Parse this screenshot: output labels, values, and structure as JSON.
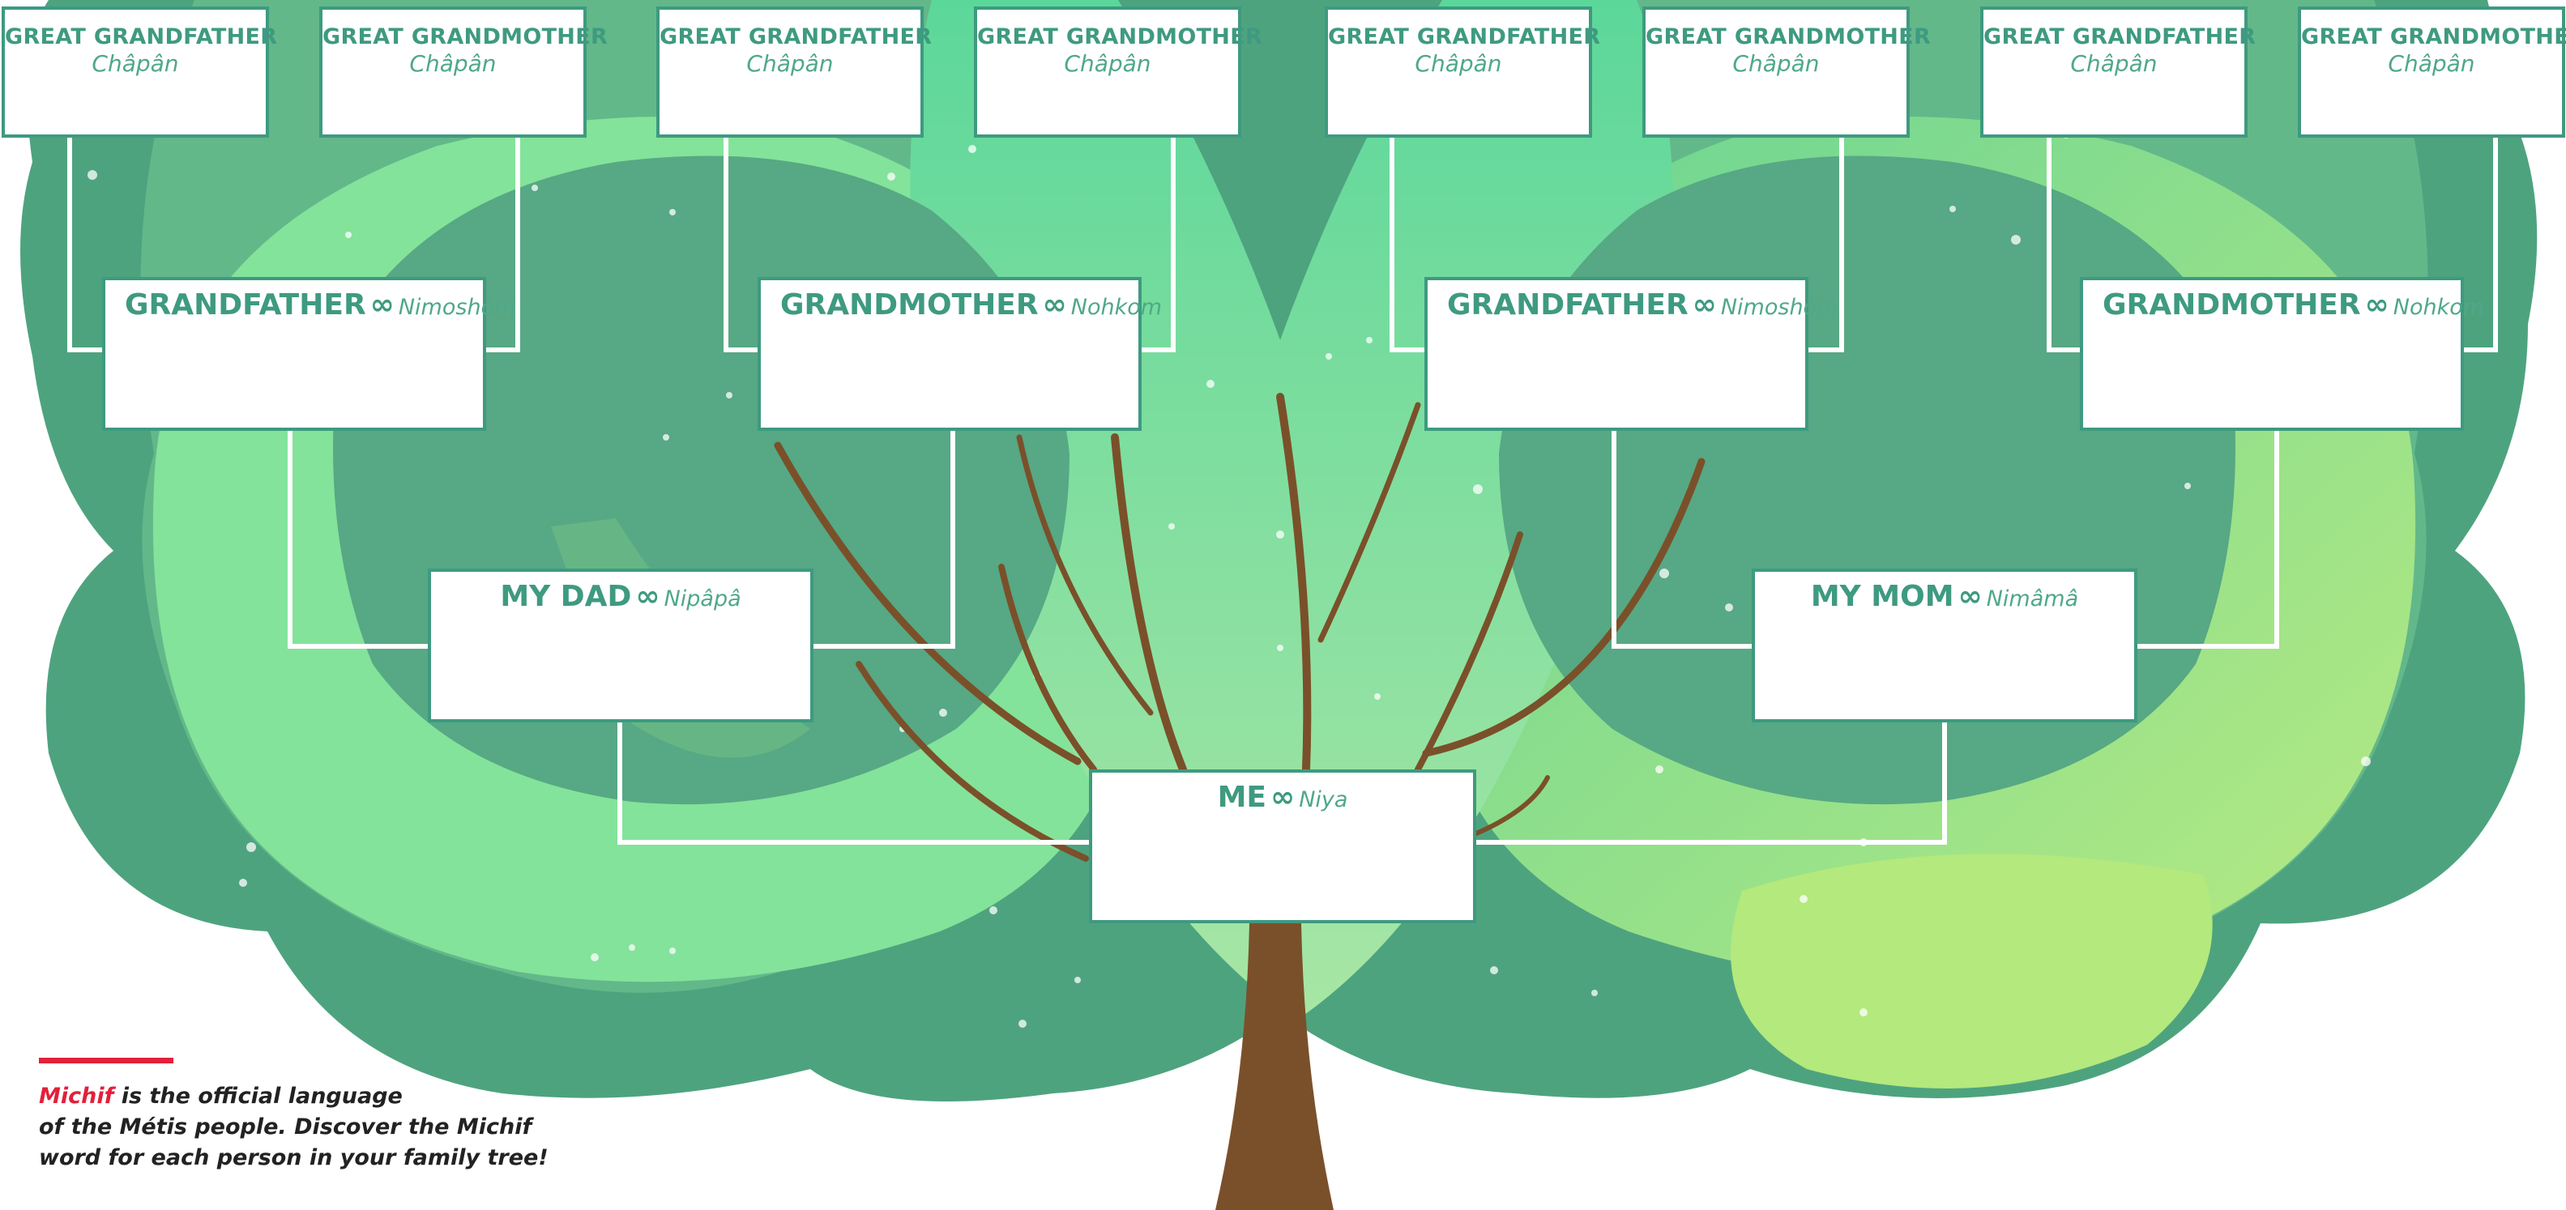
{
  "great_grandparents": [
    {
      "role": "GREAT GRANDFATHER",
      "word": "Châpân"
    },
    {
      "role": "GREAT GRANDMOTHER",
      "word": "Châpân"
    },
    {
      "role": "GREAT GRANDFATHER",
      "word": "Châpân"
    },
    {
      "role": "GREAT GRANDMOTHER",
      "word": "Châpân"
    },
    {
      "role": "GREAT GRANDFATHER",
      "word": "Châpân"
    },
    {
      "role": "GREAT GRANDMOTHER",
      "word": "Châpân"
    },
    {
      "role": "GREAT GRANDFATHER",
      "word": "Châpân"
    },
    {
      "role": "GREAT GRANDMOTHER",
      "word": "Châpân"
    }
  ],
  "grandparents": [
    {
      "role": "GRANDFATHER",
      "link": "∞",
      "word": "Nimoshôm"
    },
    {
      "role": "GRANDMOTHER",
      "link": "∞",
      "word": "Nohkom"
    },
    {
      "role": "GRANDFATHER",
      "link": "∞",
      "word": "Nimoshôm"
    },
    {
      "role": "GRANDMOTHER",
      "link": "∞",
      "word": "Nohkom"
    }
  ],
  "parents": [
    {
      "role": "MY DAD",
      "link": "∞",
      "word": "Nipâpâ"
    },
    {
      "role": "MY MOM",
      "link": "∞",
      "word": "Nimâmâ"
    }
  ],
  "me": {
    "role": "ME",
    "link": "∞",
    "word": "Niya"
  },
  "note": {
    "highlight": "Michif",
    "line1_rest": " is the official language",
    "line2": "of the Métis people. Discover the Michif",
    "line3": "word for each person in your family tree!"
  },
  "colors": {
    "accent": "#3e9a80",
    "trunk": "#7a502a",
    "note_red": "#e2203a"
  }
}
